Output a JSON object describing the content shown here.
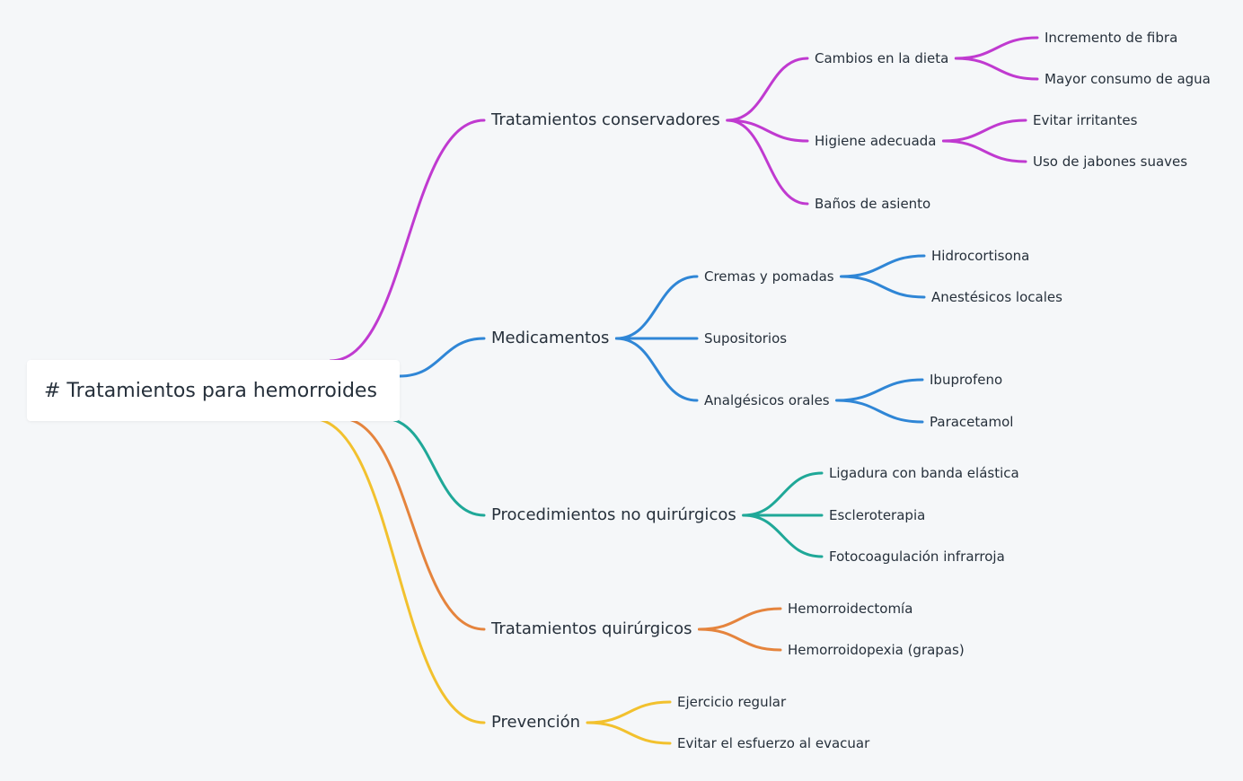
{
  "mindmap": {
    "root": {
      "label": "# Tratamientos para hemorroides"
    },
    "branches": [
      {
        "label": "Tratamientos conservadores",
        "color": "#c03ad0",
        "children": [
          {
            "label": "Cambios en la dieta",
            "children": [
              {
                "label": "Incremento de fibra"
              },
              {
                "label": "Mayor consumo de agua"
              }
            ]
          },
          {
            "label": "Higiene adecuada",
            "children": [
              {
                "label": "Evitar irritantes"
              },
              {
                "label": "Uso de jabones suaves"
              }
            ]
          },
          {
            "label": "Baños de asiento"
          }
        ]
      },
      {
        "label": "Medicamentos",
        "color": "#2f86d6",
        "children": [
          {
            "label": "Cremas y pomadas",
            "children": [
              {
                "label": "Hidrocortisona"
              },
              {
                "label": "Anestésicos locales"
              }
            ]
          },
          {
            "label": "Supositorios"
          },
          {
            "label": "Analgésicos orales",
            "children": [
              {
                "label": "Ibuprofeno"
              },
              {
                "label": "Paracetamol"
              }
            ]
          }
        ]
      },
      {
        "label": "Procedimientos no quirúrgicos",
        "color": "#1fa898",
        "children": [
          {
            "label": "Ligadura con banda elástica"
          },
          {
            "label": "Escleroterapia"
          },
          {
            "label": "Fotocoagulación infrarroja"
          }
        ]
      },
      {
        "label": "Tratamientos quirúrgicos",
        "color": "#e5843d",
        "children": [
          {
            "label": "Hemorroidectomía"
          },
          {
            "label": "Hemorroidopexia (grapas)"
          }
        ]
      },
      {
        "label": "Prevención",
        "color": "#f2c12e",
        "children": [
          {
            "label": "Ejercicio regular"
          },
          {
            "label": "Evitar el esfuerzo al evacuar"
          }
        ]
      }
    ]
  }
}
